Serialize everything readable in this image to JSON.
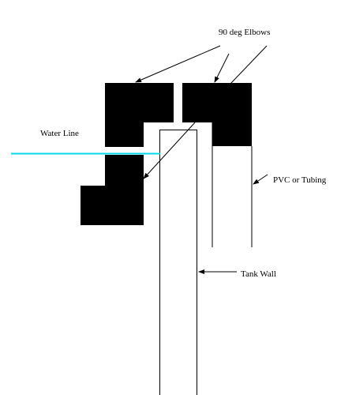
{
  "labels": {
    "elbows": "90 deg Elbows",
    "water_line": "Water Line",
    "pvc": "PVC or Tubing",
    "tank_wall": "Tank Wall"
  },
  "colors": {
    "elbow_fill": "#000000",
    "water_line": "#00d8e8",
    "lines": "#000000",
    "background": "#ffffff"
  }
}
